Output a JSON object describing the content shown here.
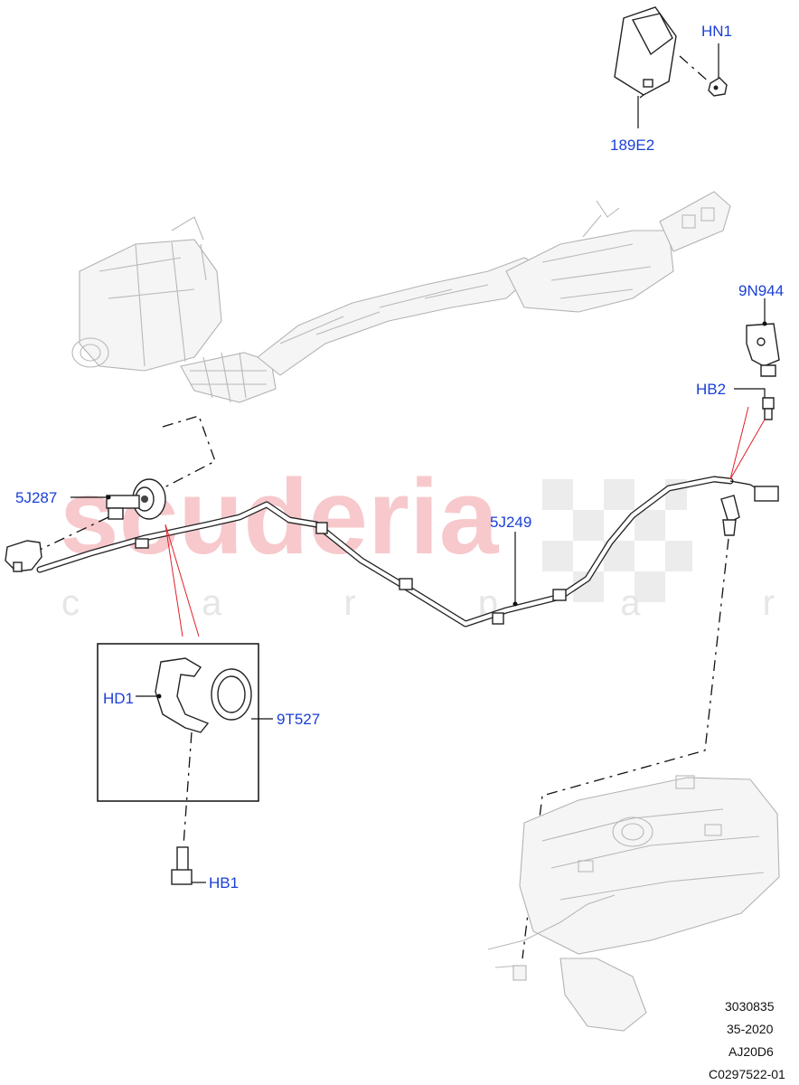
{
  "callouts": {
    "hn1": "HN1",
    "e189e2": "189E2",
    "n9944": "9N944",
    "hb2": "HB2",
    "j5287": "5J287",
    "j5249": "5J249",
    "hd1": "HD1",
    "t9527": "9T527",
    "hb1": "HB1"
  },
  "reference": {
    "line1": "3030835",
    "line2": "35-2020",
    "line3": "AJ20D6",
    "line4": "C0297522-01"
  },
  "watermark": {
    "brand": "scuderia",
    "tagline": "c a r p a r t s"
  },
  "colors": {
    "callout": "#1a3fd6",
    "watermark": "#f7c9cc",
    "link_lines": "#e0202a"
  }
}
